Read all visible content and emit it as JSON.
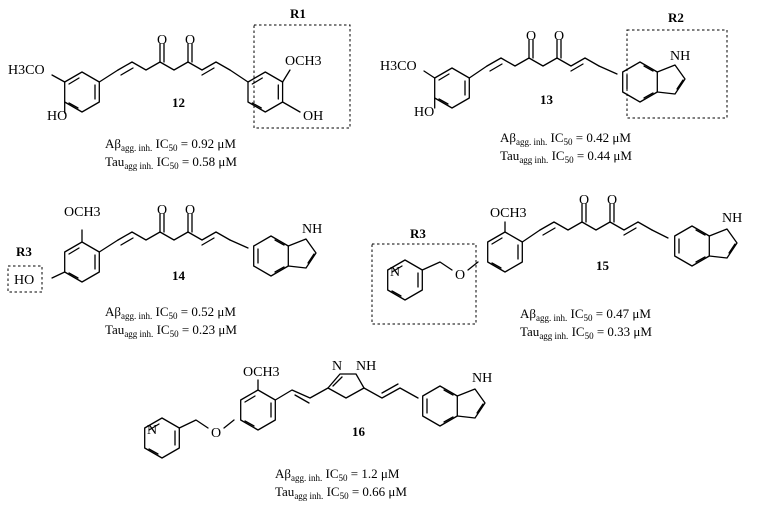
{
  "atoms": {
    "h3co": "H3CO",
    "och3": "OCH3",
    "ho": "HO",
    "oh": "OH",
    "o": "O",
    "nh": "NH",
    "n": "N"
  },
  "groups": {
    "r1": "R1",
    "r2": "R2",
    "r3": "R3"
  },
  "compounds": [
    {
      "id": "12",
      "abeta": {
        "label": "Aβ",
        "sub": "agg. inh.",
        "metric": "IC",
        "metric_sub": "50",
        "value": "= 0.92 μM"
      },
      "tau": {
        "label": "Tau",
        "sub": "agg inh.",
        "metric": "IC",
        "metric_sub": "50",
        "value": "= 0.58 μM"
      }
    },
    {
      "id": "13",
      "abeta": {
        "label": "Aβ",
        "sub": "agg. inh.",
        "metric": "IC",
        "metric_sub": "50",
        "value": "= 0.42 μM"
      },
      "tau": {
        "label": "Tau",
        "sub": "agg inh.",
        "metric": "IC",
        "metric_sub": "50",
        "value": "= 0.44 μM"
      }
    },
    {
      "id": "14",
      "abeta": {
        "label": "Aβ",
        "sub": "agg. inh.",
        "metric": "IC",
        "metric_sub": "50",
        "value": "= 0.52 μM"
      },
      "tau": {
        "label": "Tau",
        "sub": "agg inh.",
        "metric": "IC",
        "metric_sub": "50",
        "value": "= 0.23 μM"
      }
    },
    {
      "id": "15",
      "abeta": {
        "label": "Aβ",
        "sub": "agg. inh.",
        "metric": "IC",
        "metric_sub": "50",
        "value": "= 0.47 μM"
      },
      "tau": {
        "label": "Tau",
        "sub": "agg inh.",
        "metric": "IC",
        "metric_sub": "50",
        "value": "= 0.33 μM"
      }
    },
    {
      "id": "16",
      "abeta": {
        "label": "Aβ",
        "sub": "agg. inh.",
        "metric": "IC",
        "metric_sub": "50",
        "value": "= 1.2 μM"
      },
      "tau": {
        "label": "Tau",
        "sub": "agg inh.",
        "metric": "IC",
        "metric_sub": "50",
        "value": "= 0.66 μM"
      }
    }
  ]
}
